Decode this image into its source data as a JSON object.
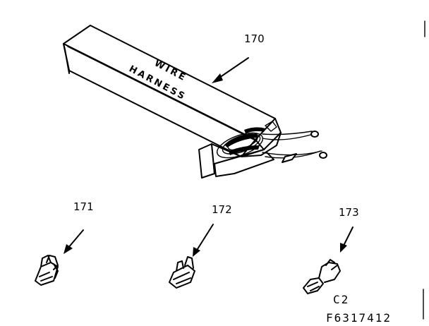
{
  "diagram": {
    "box_label_line1": "WIRE",
    "box_label_line2": "HARNESS",
    "parts": [
      {
        "number": "170"
      },
      {
        "number": "171"
      },
      {
        "number": "172"
      },
      {
        "number": "173"
      }
    ],
    "drawing_code_line1": "C2",
    "drawing_code_line2": "F6317412"
  }
}
